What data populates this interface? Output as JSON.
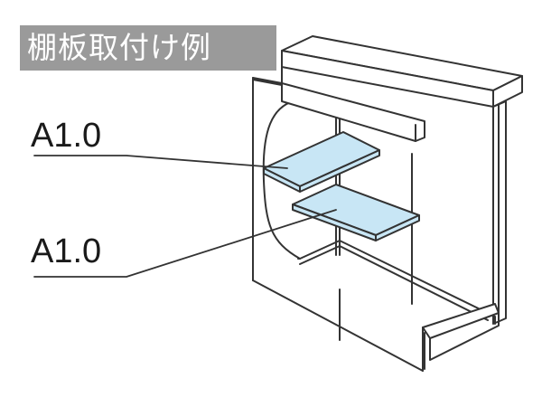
{
  "title": "棚板取付け例",
  "labels": {
    "upper_shelf": "A1.0",
    "lower_shelf": "A1.0"
  },
  "colors": {
    "banner": "#9a9a9a",
    "shelf_fill": "#c8e6f5",
    "line": "#333333"
  }
}
